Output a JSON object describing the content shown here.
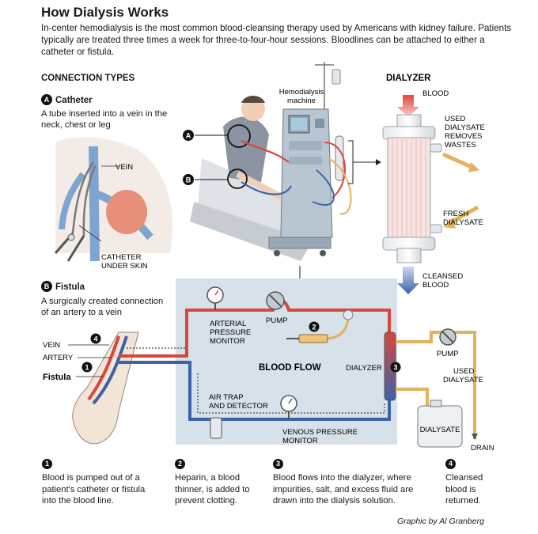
{
  "title": "How Dialysis Works",
  "intro": "In-center hemodialysis is the most common blood-cleansing therapy used by Americans with kidney failure. Patients typically are treated three times a week for three-to-four-hour sessions. Bloodlines can be attached to either a catheter or fistula.",
  "connection_types": {
    "header": "CONNECTION TYPES",
    "catheter": {
      "letter": "A",
      "title": "Catheter",
      "description": "A tube inserted into a vein in the neck, chest or leg",
      "label_vein": "VEIN",
      "label_catheter_line1": "CATHETER",
      "label_catheter_line2": "UNDER SKIN"
    },
    "fistula": {
      "letter": "B",
      "title": "Fistula",
      "description": "A surgically created connection of an artery to a vein",
      "label_vein": "VEIN",
      "label_artery": "ARTERY",
      "label_fistula": "Fistula"
    }
  },
  "machine": {
    "label_line1": "Hemodialysis",
    "label_line2": "machine",
    "marker_a": "A",
    "marker_b": "B"
  },
  "dialyzer_panel": {
    "header": "DIALYZER",
    "blood": "BLOOD",
    "used_line1": "USED",
    "used_line2": "DIALYSATE",
    "used_line3": "REMOVES",
    "used_line4": "WASTES",
    "fresh_line1": "FRESH",
    "fresh_line2": "DIALYSATE",
    "cleansed_line1": "CLEANSED",
    "cleansed_line2": "BLOOD"
  },
  "flow": {
    "title": "BLOOD FLOW",
    "pump": "PUMP",
    "arterial_line1": "ARTERIAL",
    "arterial_line2": "PRESSURE",
    "arterial_line3": "MONITOR",
    "air_line1": "AIR TRAP",
    "air_line2": "AND DETECTOR",
    "venous_line1": "VENOUS PRESSURE",
    "venous_line2": "MONITOR",
    "dialyzer": "DIALYZER",
    "pump2": "PUMP",
    "used_line1": "USED",
    "used_line2": "DIALYSATE",
    "dialysate": "DIALYSATE",
    "drain": "DRAIN",
    "num1": "1",
    "num2": "2",
    "num3": "3",
    "num4": "4"
  },
  "steps": [
    {
      "num": "1",
      "text": "Blood is pumped out of a patient's catheter or fistula into the blood line."
    },
    {
      "num": "2",
      "text": "Heparin, a blood thinner, is added to prevent clotting."
    },
    {
      "num": "3",
      "text": "Blood flows into the dialyzer, where impurities, salt, and excess fluid are drawn into the dialysis solution."
    },
    {
      "num": "4",
      "text": "Cleansed blood is returned."
    }
  ],
  "credit": "Graphic by Al Granberg",
  "colors": {
    "artery_red": "#d9463b",
    "vein_blue": "#3c62a8",
    "dialysate_tan": "#e3b25a",
    "panel_blue": "#d6e1ea"
  }
}
